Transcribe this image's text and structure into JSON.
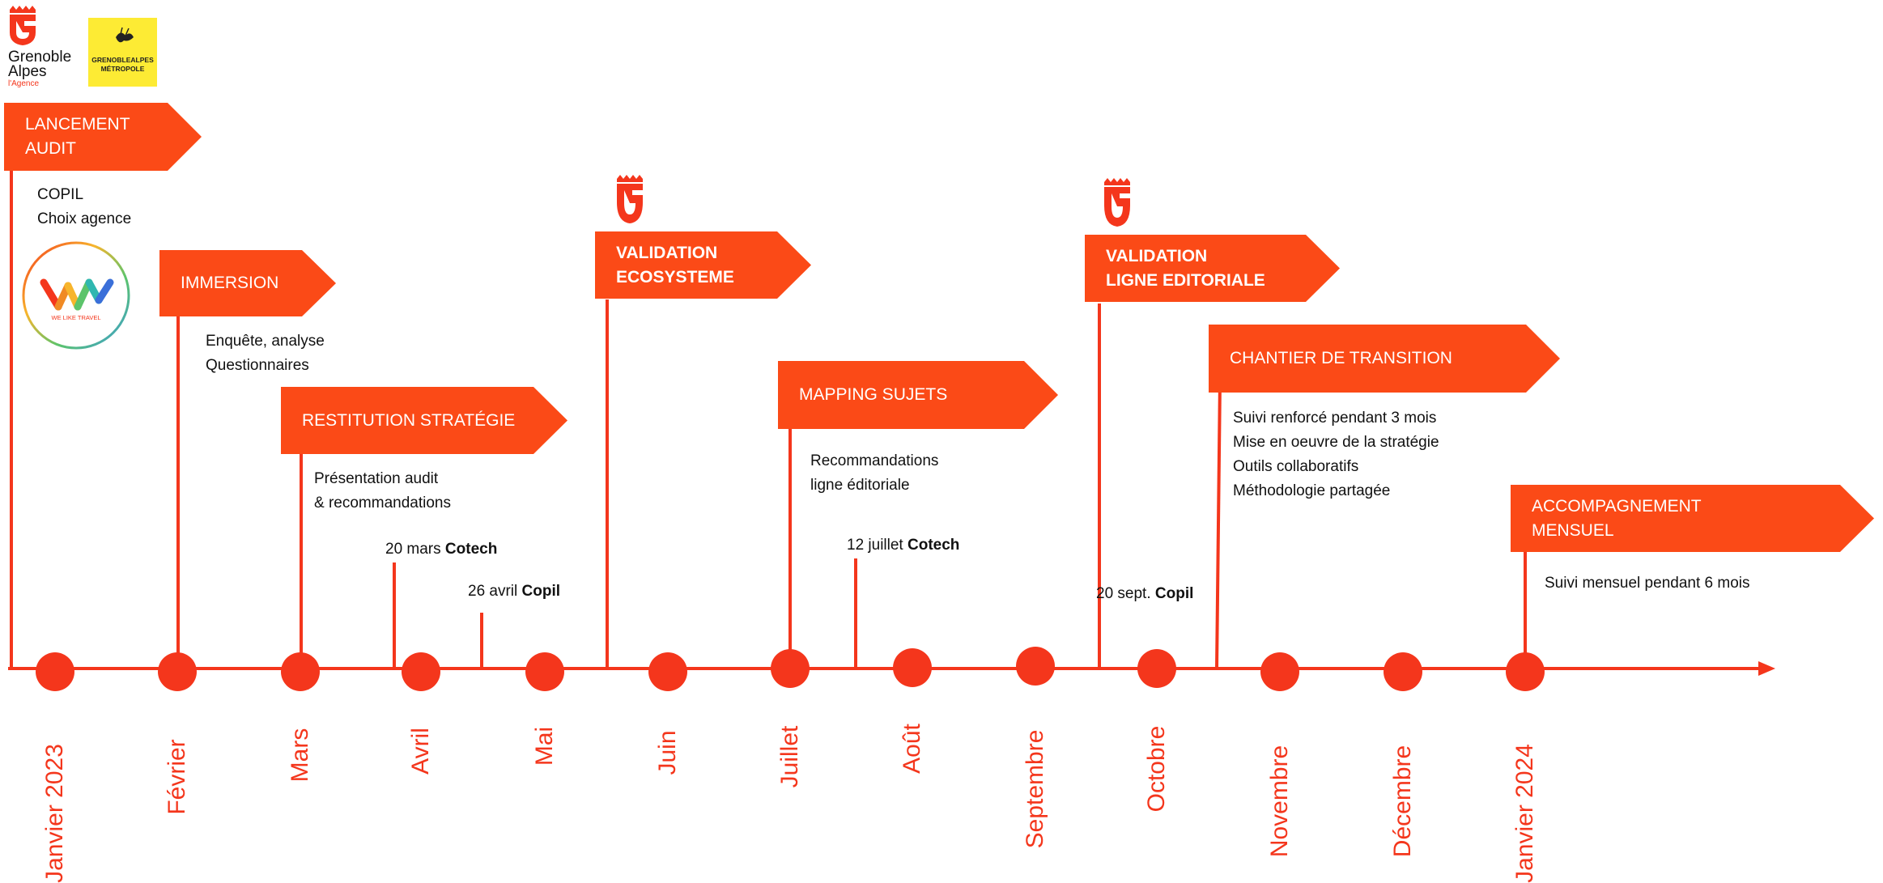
{
  "logos": {
    "agency": {
      "line1": "Grenoble",
      "line2": "Alpes",
      "line3": "l'Agence"
    },
    "metropole": {
      "line1": "GRENOBLEALPES",
      "line2": "MÉTROPOLE"
    },
    "partner": {
      "text": "WE LIKE TRAVEL"
    }
  },
  "colors": {
    "accent": "#FB4A17",
    "line": "#F4361C",
    "text": "#111111"
  },
  "months": [
    "Janvier 2023",
    "Février",
    "Mars",
    "Avril",
    "Mai",
    "Juin",
    "Juillet",
    "Août",
    "Septembre",
    "Octobre",
    "Novembre",
    "Décembre",
    "Janvier 2024"
  ],
  "phases": [
    {
      "lines": [
        "LANCEMENT",
        "AUDIT"
      ]
    },
    {
      "lines": [
        "IMMERSION"
      ]
    },
    {
      "lines": [
        "RESTITUTION STRATÉGIE"
      ]
    },
    {
      "lines": [
        "VALIDATION",
        "ECOSYSTEME"
      ]
    },
    {
      "lines": [
        "MAPPING SUJETS"
      ]
    },
    {
      "lines": [
        "VALIDATION",
        "LIGNE EDITORIALE"
      ]
    },
    {
      "lines": [
        "CHANTIER DE TRANSITION"
      ]
    },
    {
      "lines": [
        "ACCOMPAGNEMENT",
        "MENSUEL"
      ]
    }
  ],
  "notes": [
    {
      "lines": [
        "COPIL",
        "Choix agence"
      ]
    },
    {
      "lines": [
        "Enquête, analyse",
        "Questionnaires"
      ]
    },
    {
      "lines": [
        "Présentation audit",
        "& recommandations"
      ]
    },
    {
      "lines": [
        "Recommandations",
        "ligne éditoriale"
      ]
    },
    {
      "lines": [
        "Suivi renforcé pendant 3 mois",
        "Mise en oeuvre de la stratégie",
        "Outils collaboratifs",
        "Méthodologie partagée"
      ]
    },
    {
      "lines": [
        "Suivi mensuel pendant 6  mois"
      ]
    }
  ],
  "milestones": [
    {
      "date": "20 mars",
      "label": "Cotech"
    },
    {
      "date": "26 avril",
      "label": "Copil"
    },
    {
      "date": "12 juillet",
      "label": "Cotech"
    },
    {
      "date": "20 sept.",
      "label": "Copil"
    }
  ]
}
